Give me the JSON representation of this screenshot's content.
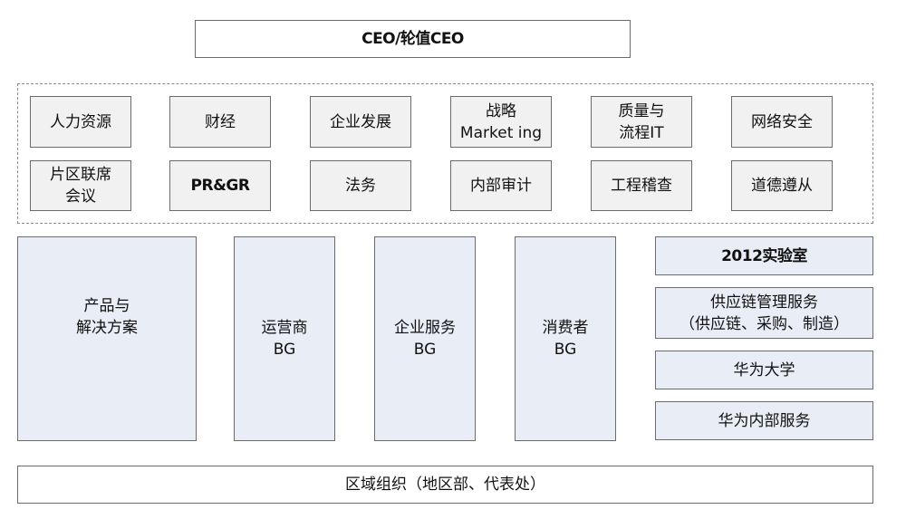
{
  "top": {
    "ceo": "CEO/轮值CEO"
  },
  "functions": {
    "row1": [
      "人力资源",
      "财经",
      "企业发展",
      "战略\nMarket ing",
      "质量与\n流程IT",
      "网络安全"
    ],
    "row2": [
      "片区联席\n会议",
      "PR&GR",
      "法务",
      "内部审计",
      "工程稽查",
      "道德遵从"
    ]
  },
  "bgs": {
    "products": "产品与\n解决方案",
    "carrier": "运营商\nBG",
    "enterprise": "企业服务\nBG",
    "consumer": "消费者\nBG"
  },
  "right": {
    "lab": "2012实验室",
    "supply": "供应链管理服务\n（供应链、采购、制造）",
    "university": "华为大学",
    "internal": "华为内部服务"
  },
  "bottom": {
    "regional": "区域组织（地区部、代表处）"
  }
}
